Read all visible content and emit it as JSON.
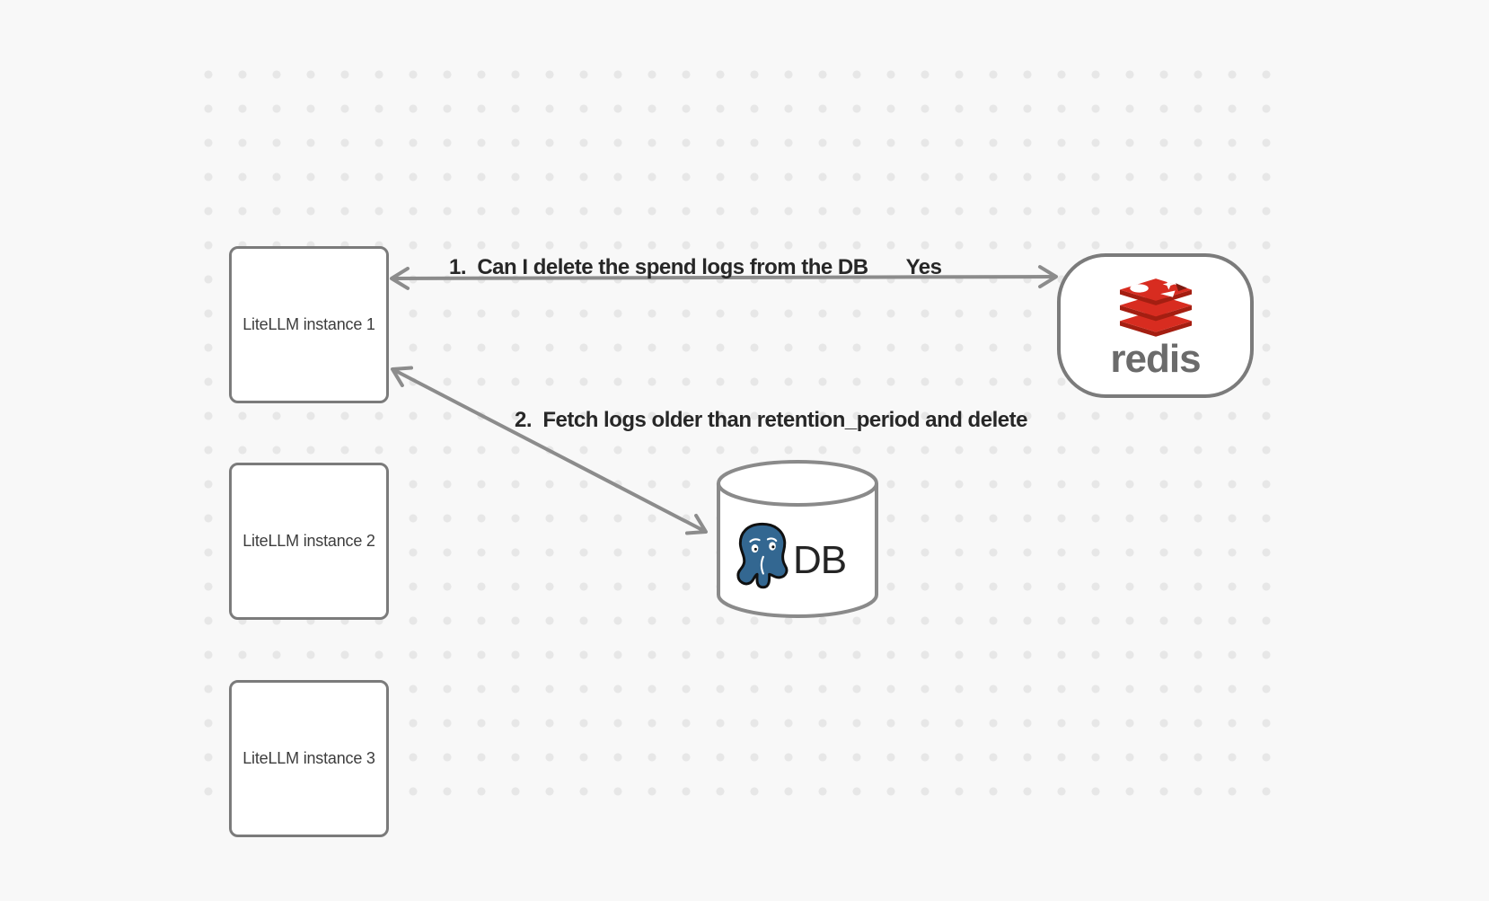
{
  "diagram": {
    "nodes": {
      "instances": [
        {
          "label": "LiteLLM instance 1"
        },
        {
          "label": "LiteLLM instance 2"
        },
        {
          "label": "LiteLLM instance 3"
        }
      ],
      "redis": {
        "wordmark": "redis"
      },
      "db": {
        "label": "DB"
      }
    },
    "edges": [
      {
        "from": "redis",
        "to": "litellm-instance-1",
        "message": "1.  Can I delete the spend logs from the DB",
        "answer": "Yes"
      },
      {
        "from": "db",
        "to": "litellm-instance-1",
        "message": "2.  Fetch logs older than retention_period and delete"
      }
    ],
    "icons": {
      "redis": "redis-stack-icon",
      "postgres": "postgresql-elephant-icon"
    },
    "colors": {
      "background": "#f8f8f8",
      "dot_grid": "#e7e7e7",
      "node_border": "#7b7b7b",
      "arrow": "#8c8c8c",
      "label_text": "#272727",
      "node_text": "#3d3d3d",
      "redis_red": "#d82c20",
      "redis_dark_red": "#a41e11",
      "redis_wordmark_gray": "#6b6b6b",
      "postgres_blue": "#336791",
      "db_text": "#242424"
    }
  }
}
